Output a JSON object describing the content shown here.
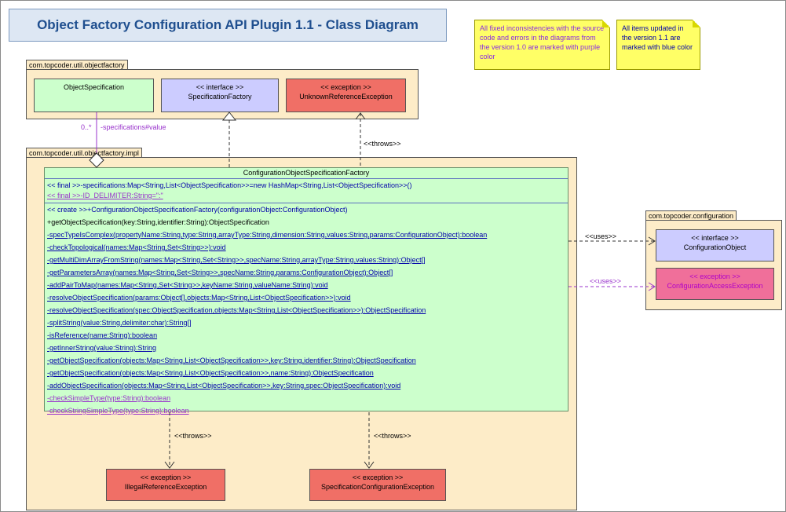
{
  "title": "Object Factory Configuration API Plugin 1.1 - Class Diagram",
  "notes": {
    "fixed": "All fixed inconsistencies with the source code and errors in the diagrams from the version 1.0 are marked with purple color",
    "updated": "All items updated in the version 1.1 are marked with blue color"
  },
  "packages": {
    "objectfactory": "com.topcoder.util.objectfactory",
    "impl": "com.topcoder.util.objectfactory.impl",
    "configuration": "com.topcoder.configuration"
  },
  "classes": {
    "object_specification": {
      "name": "ObjectSpecification"
    },
    "specification_factory": {
      "stereotype": "<< interface >>",
      "name": "SpecificationFactory"
    },
    "unknown_reference_exception": {
      "stereotype": "<< exception >>",
      "name": "UnknownReferenceException"
    },
    "configuration_object": {
      "stereotype": "<< interface >>",
      "name": "ConfigurationObject"
    },
    "configuration_access_exception": {
      "stereotype": "<< exception >>",
      "name": "ConfigurationAccessException"
    },
    "illegal_reference_exception": {
      "stereotype": "<< exception >>",
      "name": "IllegalReferenceException"
    },
    "specification_configuration_exception": {
      "stereotype": "<< exception >>",
      "name": "SpecificationConfigurationException"
    }
  },
  "main_class": {
    "name": "ConfigurationObjectSpecificationFactory",
    "attributes": [
      {
        "text": "<< final >>-specifications:Map<String,List<ObjectSpecification>>=new HashMap<String,List<ObjectSpecification>>()",
        "color": "blue",
        "underline": false
      },
      {
        "text": "<< final >>-ID_DELIMITER:String=\":\"",
        "color": "purple",
        "underline": true
      }
    ],
    "operations": [
      {
        "text": "<< create >>+ConfigurationObjectSpecificationFactory(configurationObject:ConfigurationObject)",
        "color": "blue",
        "underline": false
      },
      {
        "text": "+getObjectSpecification(key:String,identifier:String):ObjectSpecification",
        "color": "black",
        "underline": false
      },
      {
        "text": "-specTypeIsComplex(propertyName:String,type:String,arrayType:String,dimension:String,values:String,params:ConfigurationObject):boolean",
        "color": "blue",
        "underline": true
      },
      {
        "text": "-checkTopological(names:Map<String,Set<String>>):void",
        "color": "blue",
        "underline": true
      },
      {
        "text": "-getMultiDimArrayFromString(names:Map<String,Set<String>>,specName:String,arrayType:String,values:String):Object[]",
        "color": "blue",
        "underline": true
      },
      {
        "text": "-getParametersArray(names:Map<String,Set<String>>,specName:String,params:ConfigurationObject):Object[]",
        "color": "blue",
        "underline": true
      },
      {
        "text": "-addPairToMap(names:Map<String,Set<String>>,keyName:String,valueName:String):void",
        "color": "blue",
        "underline": true
      },
      {
        "text": "-resolveObjectSpecification(params:Object[],objects:Map<String,List<ObjectSpecification>>):void",
        "color": "blue",
        "underline": true
      },
      {
        "text": "-resolveObjectSpecification(spec:ObjectSpecification,objects:Map<String,List<ObjectSpecification>>):ObjectSpecification",
        "color": "blue",
        "underline": true
      },
      {
        "text": "-splitString(value:String,delimiter:char):String[]",
        "color": "blue",
        "underline": true
      },
      {
        "text": "-isReference(name:String):boolean",
        "color": "blue",
        "underline": true
      },
      {
        "text": "-getInnerString(value:String):String",
        "color": "blue",
        "underline": true
      },
      {
        "text": "-getObjectSpecification(objects:Map<String,List<ObjectSpecification>>,key:String,identifier:String):ObjectSpecification",
        "color": "blue",
        "underline": true
      },
      {
        "text": "-getObjectSpecification(objects:Map<String,List<ObjectSpecification>>,name:String):ObjectSpecification",
        "color": "blue",
        "underline": true
      },
      {
        "text": "-addObjectSpecification(objects:Map<String,List<ObjectSpecification>>,key:String,spec:ObjectSpecification):void",
        "color": "blue",
        "underline": true
      },
      {
        "text": "-checkSimpleType(type:String):boolean",
        "color": "purple",
        "underline": true
      },
      {
        "text": "-checkStringSimpleType(type:String):boolean",
        "color": "purple",
        "underline": true
      }
    ]
  },
  "relations": {
    "multiplicity": "0..*",
    "role": "-specifications#value",
    "throws_label": "<<throws>>",
    "uses_label": "<<uses>>"
  },
  "colors": {
    "package_fill": "#fdecc8",
    "class_green": "#ccffcc",
    "class_blue": "#ccccff",
    "class_red": "#f06f66",
    "note_yellow": "#ffff66",
    "fixed_purple": "#9933cc",
    "updated_blue": "#0000aa"
  }
}
